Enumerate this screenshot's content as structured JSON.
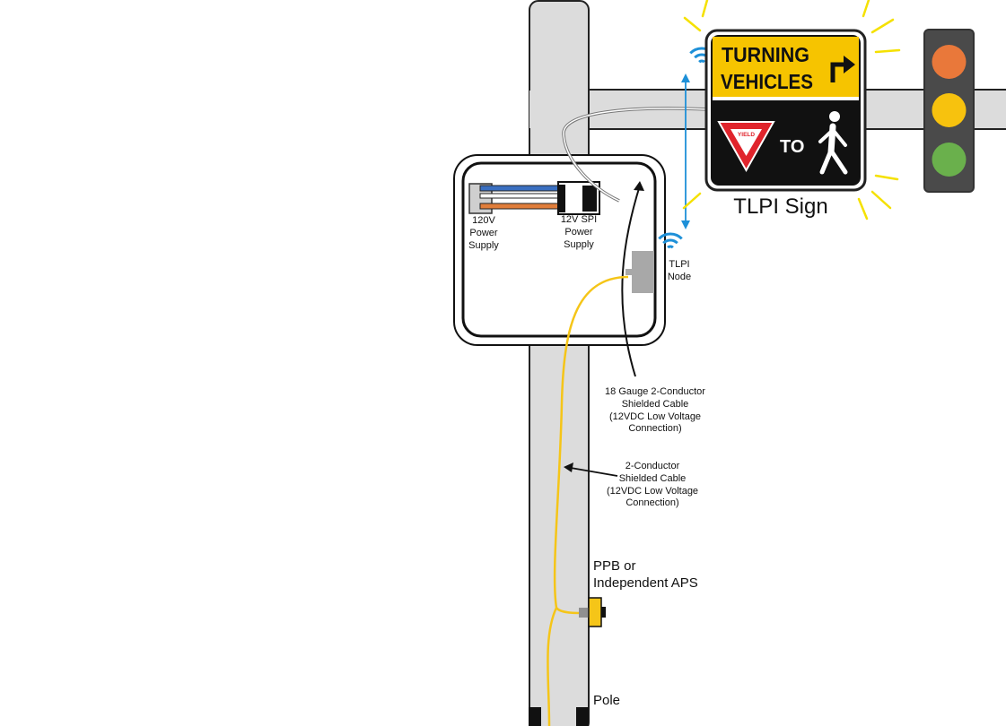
{
  "sign": {
    "line1": "TURNING",
    "line2": "VEHICLES",
    "yield_text": "YIELD",
    "to_text": "TO",
    "title": "TLPI Sign"
  },
  "cabinet": {
    "power_120v": [
      "120V",
      "Power",
      "Supply"
    ],
    "power_12v": [
      "12V SPI",
      "Power",
      "Supply"
    ]
  },
  "node": {
    "label": [
      "TLPI",
      "Node"
    ]
  },
  "cables": {
    "cable_18ga": [
      "18 Gauge 2-Conductor",
      "Shielded Cable",
      "(12VDC Low Voltage",
      "Connection)"
    ],
    "cable_2c": [
      "2-Conductor",
      "Shielded Cable",
      "(12VDC Low Voltage",
      "Connection)"
    ]
  },
  "ppb": [
    "PPB or",
    "Independent APS"
  ],
  "pole": "Pole",
  "colors": {
    "sign_yellow": "#f6c400",
    "yield_red": "#e0242c",
    "cable_yellow": "#f5c518",
    "radio_blue": "#1e90d8",
    "light_red": "#e9783a",
    "light_amber": "#f7c20e",
    "light_green": "#6ab04c",
    "pole_gray": "#dcdcdc"
  },
  "icons": [
    "wireless-signal-icon",
    "right-turn-arrow-icon",
    "pedestrian-icon",
    "yield-sign-icon"
  ]
}
